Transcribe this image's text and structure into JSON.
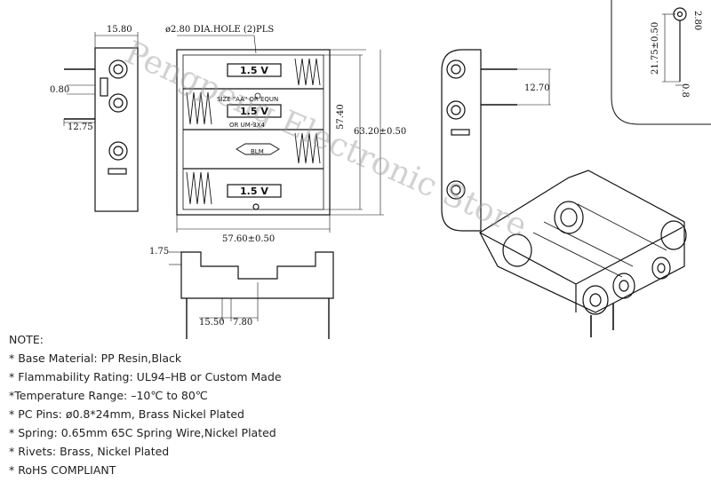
{
  "dims": {
    "top_width": "15.80",
    "pin_thick": "0.80",
    "pin_offset": "12.75",
    "hole": "ø2.80 DIA.HOLE (2)PLS",
    "inner_height": "57.40",
    "outer_height": "63.20±0.50",
    "width": "57.60±0.50",
    "pin_len": "12.70",
    "circ_pin_dia": "2.80",
    "circ_length": "21.75±0.50",
    "circ_tip": "0.8",
    "lug_thick": "1.75",
    "lug_pitch_a": "15.50",
    "lug_pitch_b": "7.80"
  },
  "cells": {
    "v1": "1.5 V",
    "v2": "1.5 V",
    "v4": "1.5 V",
    "size": "SIZE \"AA\" OR EQUN",
    "um": "OR UM-3X4",
    "blm": "BLM"
  },
  "watermark": "Pengpeng Electronic Store",
  "notes": {
    "title": "NOTE:",
    "items": [
      "* Base Material: PP Resin,Black",
      "* Flammability Rating: UL94–HB or Custom Made",
      "*Temperature Range: –10℃ to 80℃",
      "* PC Pins: ø0.8*24mm, Brass Nickel Plated",
      "* Spring: 0.65mm 65C Spring Wire,Nickel Plated",
      "* Rivets: Brass, Nickel Plated",
      "* RoHS COMPLIANT"
    ]
  }
}
